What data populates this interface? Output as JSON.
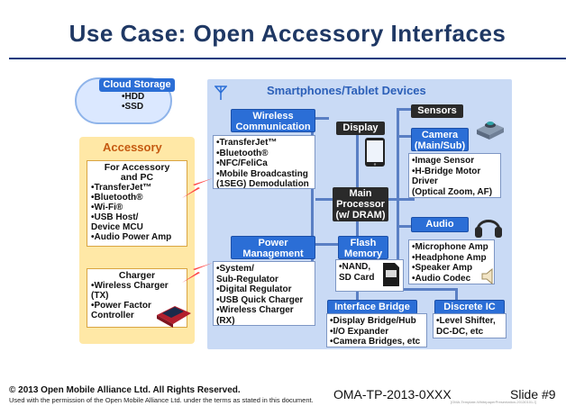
{
  "slide": {
    "title": "Use Case: Open Accessory Interfaces",
    "footer_copyright": "© 2013 Open Mobile Alliance Ltd.  All Rights Reserved.",
    "footer_permission": "Used with the permission of the Open Mobile Alliance Ltd. under the terms as stated in this document.",
    "doc_id": "OMA-TP-2013-0XXX",
    "slide_number": "Slide #9",
    "template_note": "[OMA-Template-WhitepaperPresentation-20130101-I]"
  },
  "cloud": {
    "title": "Cloud Storage",
    "items": [
      "•HDD",
      "•SSD"
    ]
  },
  "devices": {
    "title": "Smartphones/Tablet Devices",
    "wireless": {
      "title_line1": "Wireless",
      "title_line2": "Communication",
      "items": [
        "•TransferJet™",
        "•Bluetooth®",
        "•NFC/FeliCa",
        "•Mobile Broadcasting",
        " (1SEG) Demodulation"
      ]
    },
    "display": {
      "title": "Display"
    },
    "sensors": {
      "title": "Sensors"
    },
    "camera": {
      "title_line1": "Camera",
      "title_line2": "(Main/Sub)",
      "items": [
        "•Image Sensor",
        "•H-Bridge Motor",
        " Driver",
        " (Optical Zoom, AF)"
      ]
    },
    "main_processor": {
      "line1": "Main",
      "line2": "Processor",
      "line3": "(w/ DRAM)"
    },
    "audio": {
      "title": "Audio",
      "items": [
        "•Microphone Amp",
        "•Headphone Amp",
        "•Speaker Amp",
        "•Audio Codec"
      ]
    },
    "power": {
      "title_line1": "Power",
      "title_line2": "Management",
      "items": [
        "•System/",
        " Sub-Regulator",
        "•Digital Regulator",
        "•USB Quick Charger",
        "•Wireless Charger",
        " (RX)"
      ]
    },
    "flash": {
      "title_line1": "Flash",
      "title_line2": "Memory",
      "items": [
        "•NAND,",
        " SD Card"
      ]
    },
    "interface_bridge": {
      "title": "Interface Bridge",
      "items": [
        "•Display Bridge/Hub",
        "•I/O Expander",
        "•Camera Bridges, etc"
      ]
    },
    "discrete_ic": {
      "title": "Discrete IC",
      "items": [
        "•Level Shifter,",
        " DC-DC, etc"
      ]
    }
  },
  "accessory": {
    "title": "Accessory",
    "for_accessory": {
      "head_line1": "For Accessory",
      "head_line2": "and PC",
      "items": [
        "•TransferJet™",
        "•Bluetooth®",
        "•Wi-Fi®",
        "•USB Host/",
        " Device MCU",
        "•Audio Power Amp"
      ]
    },
    "charger": {
      "head": "Charger",
      "items": [
        "•Wireless Charger",
        " (TX)",
        "•Power Factor",
        " Controller"
      ]
    }
  },
  "colors": {
    "title_text": "#1f3864",
    "label_blue": "#2b6ed6",
    "devices_bg": "#c9daf5",
    "accessory_bg": "#ffe8a6",
    "accessory_accent": "#c55a11"
  }
}
